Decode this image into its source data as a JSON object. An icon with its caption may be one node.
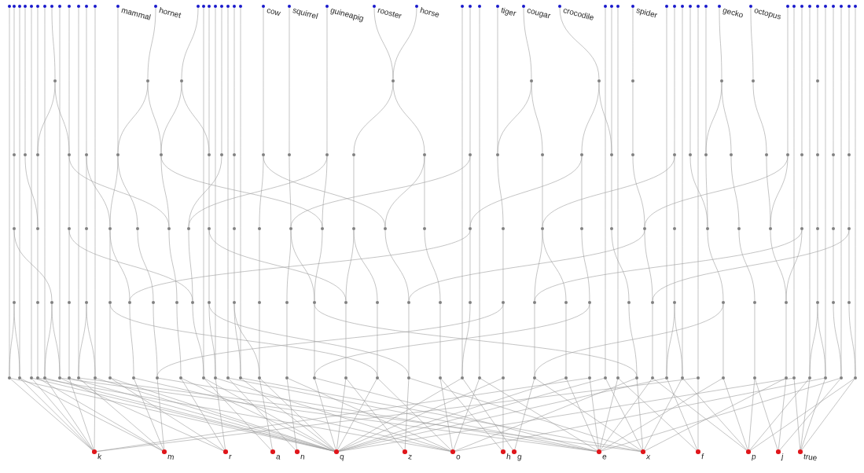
{
  "diagram": {
    "nodes": [
      {
        "text": [],
        "shape": "circle"
      },
      {
        "text": [],
        "shape": "circle"
      },
      {
        "text": [],
        "shape": "circle"
      },
      {
        "text": [],
        "shape": "circle"
      },
      {
        "text": [],
        "shape": "circle"
      },
      {
        "text": [],
        "shape": "circle"
      },
      {
        "text": [],
        "shape": "circle"
      },
      {
        "text": [],
        "shape": "circle"
      },
      {
        "text": [],
        "shape": "circle"
      },
      {
        "text": [],
        "shape": "circle"
      },
      {
        "text": [],
        "shape": "circle"
      },
      {
        "text": [],
        "shape": "circle"
      },
      {
        "text": [],
        "shape": "circle"
      },
      {
        "text": [
          "mammal"
        ]
      },
      {
        "text": [
          "hornet"
        ]
      },
      {
        "text": [],
        "shape": "circle"
      },
      {
        "text": [],
        "shape": "circle"
      },
      {
        "text": [],
        "shape": "circle"
      },
      {
        "text": [],
        "shape": "circle"
      },
      {
        "text": [],
        "shape": "circle"
      },
      {
        "text": [],
        "shape": "circle"
      },
      {
        "text": [],
        "shape": "circle"
      },
      {
        "text": [],
        "shape": "circle"
      },
      {
        "text": [
          "cow"
        ]
      },
      {
        "text": [
          "squirrel"
        ]
      },
      {
        "text": [
          "guineapig"
        ]
      },
      {
        "text": [
          "rooster"
        ]
      },
      {
        "text": [
          "horse"
        ]
      },
      {
        "text": [],
        "shape": "circle"
      },
      {
        "text": [],
        "shape": "circle"
      },
      {
        "text": [],
        "shape": "circle"
      },
      {
        "text": [
          "tiger"
        ]
      },
      {
        "text": [
          "cougar"
        ]
      },
      {
        "text": [
          "crocodile"
        ]
      },
      {
        "text": [],
        "shape": "circle"
      },
      {
        "text": [],
        "shape": "circle"
      },
      {
        "text": [],
        "shape": "circle"
      },
      {
        "text": [
          "spider"
        ]
      },
      {
        "text": [],
        "shape": "circle"
      },
      {
        "text": [],
        "shape": "circle"
      },
      {
        "text": [],
        "shape": "circle"
      },
      {
        "text": [],
        "shape": "circle"
      },
      {
        "text": [],
        "shape": "circle"
      },
      {
        "text": [],
        "shape": "circle"
      },
      {
        "text": [
          "gecko"
        ]
      },
      {
        "text": [
          "octopus"
        ]
      },
      {
        "text": [],
        "shape": "circle"
      },
      {
        "text": [],
        "shape": "circle"
      },
      {
        "text": [],
        "shape": "circle"
      },
      {
        "text": [],
        "shape": "circle"
      },
      {
        "text": [],
        "shape": "circle"
      },
      {
        "text": [],
        "shape": "circle"
      },
      {
        "text": [],
        "shape": "circle"
      },
      {
        "text": [],
        "shape": "circle"
      },
      {
        "text": [],
        "shape": "circle"
      },
      {
        "text": [],
        "shape": "circle"
      },
      {
        "text": [],
        "shape": "circle"
      },
      {
        "text": [],
        "shape": "circle"
      },
      {
        "text": [],
        "shape": "circle"
      },
      {
        "text": [],
        "shape": "circle"
      },
      {
        "text": [],
        "shape": "circle"
      },
      {
        "text": [],
        "shape": "circle"
      },
      {
        "text": [],
        "shape": "circle"
      },
      {
        "text": [],
        "shape": "circle"
      },
      {
        "text": [],
        "shape": "circle"
      },
      {
        "text": [],
        "shape": "circle"
      },
      {
        "text": [],
        "shape": "circle"
      },
      {
        "text": [],
        "shape": "circle"
      },
      {
        "text": [],
        "shape": "circle"
      },
      {
        "text": [],
        "shape": "circle"
      },
      {
        "text": [],
        "shape": "circle"
      },
      {
        "text": [],
        "shape": "circle"
      },
      {
        "text": [],
        "shape": "circle"
      },
      {
        "text": [],
        "shape": "circle"
      },
      {
        "text": [],
        "shape": "circle"
      },
      {
        "text": [],
        "shape": "circle"
      },
      {
        "text": [],
        "shape": "circle"
      },
      {
        "text": [],
        "shape": "circle"
      },
      {
        "text": [],
        "shape": "circle"
      },
      {
        "text": [],
        "shape": "circle"
      },
      {
        "text": [],
        "shape": "circle"
      },
      {
        "text": [],
        "shape": "circle"
      },
      {
        "text": [],
        "shape": "circle"
      },
      {
        "text": [],
        "shape": "circle"
      },
      {
        "text": [],
        "shape": "circle"
      },
      {
        "text": [],
        "shape": "circle"
      },
      {
        "text": [],
        "shape": "circle"
      },
      {
        "text": [],
        "shape": "circle"
      },
      {
        "text": [],
        "shape": "circle"
      },
      {
        "text": [],
        "shape": "circle"
      },
      {
        "text": [],
        "shape": "circle"
      },
      {
        "text": [],
        "shape": "circle"
      },
      {
        "text": [],
        "shape": "circle"
      },
      {
        "text": [],
        "shape": "circle"
      },
      {
        "text": [],
        "shape": "circle"
      },
      {
        "text": [],
        "shape": "circle"
      },
      {
        "text": [],
        "shape": "circle"
      },
      {
        "text": [],
        "shape": "circle"
      },
      {
        "text": [],
        "shape": "circle"
      },
      {
        "text": [],
        "shape": "circle"
      },
      {
        "text": [],
        "shape": "circle"
      },
      {
        "text": [],
        "shape": "circle"
      },
      {
        "text": [],
        "shape": "circle"
      },
      {
        "text": [],
        "shape": "circle"
      },
      {
        "text": [],
        "shape": "circle"
      },
      {
        "text": [],
        "shape": "circle"
      },
      {
        "text": [],
        "shape": "circle"
      },
      {
        "text": [],
        "shape": "circle"
      },
      {
        "text": [],
        "shape": "circle"
      },
      {
        "text": [],
        "shape": "circle"
      },
      {
        "text": [],
        "shape": "circle"
      },
      {
        "text": [],
        "shape": "circle"
      },
      {
        "text": [],
        "shape": "circle"
      },
      {
        "text": [],
        "shape": "circle"
      },
      {
        "text": [],
        "shape": "circle"
      },
      {
        "text": [],
        "shape": "circle"
      },
      {
        "text": [],
        "shape": "circle"
      },
      {
        "text": [],
        "shape": "circle"
      },
      {
        "text": [],
        "shape": "circle"
      },
      {
        "text": [],
        "shape": "circle"
      },
      {
        "text": [],
        "shape": "circle"
      },
      {
        "text": [],
        "shape": "circle"
      },
      {
        "text": [],
        "shape": "circle"
      },
      {
        "text": [],
        "shape": "circle"
      },
      {
        "text": [],
        "shape": "circle"
      },
      {
        "text": [],
        "shape": "circle"
      },
      {
        "text": [],
        "shape": "circle"
      },
      {
        "text": [],
        "shape": "circle"
      },
      {
        "text": [],
        "shape": "circle"
      },
      {
        "text": [],
        "shape": "circle"
      },
      {
        "text": [],
        "shape": "circle"
      },
      {
        "text": [],
        "shape": "circle"
      },
      {
        "text": [],
        "shape": "circle"
      },
      {
        "text": [],
        "shape": "circle"
      },
      {
        "text": [],
        "shape": "circle"
      },
      {
        "text": [],
        "shape": "circle"
      },
      {
        "text": [],
        "shape": "circle"
      },
      {
        "text": [],
        "shape": "circle"
      },
      {
        "text": [],
        "shape": "circle"
      },
      {
        "text": [],
        "shape": "circle"
      },
      {
        "text": [],
        "shape": "circle"
      },
      {
        "text": [],
        "shape": "circle"
      },
      {
        "text": [],
        "shape": "circle"
      },
      {
        "text": [],
        "shape": "circle"
      },
      {
        "text": [],
        "shape": "circle"
      },
      {
        "text": [],
        "shape": "circle"
      },
      {
        "text": [],
        "shape": "circle"
      },
      {
        "text": [],
        "shape": "circle"
      },
      {
        "text": [],
        "shape": "circle"
      },
      {
        "text": [],
        "shape": "circle"
      },
      {
        "text": [],
        "shape": "circle"
      },
      {
        "text": [],
        "shape": "circle"
      },
      {
        "text": [],
        "shape": "circle"
      },
      {
        "text": [],
        "shape": "circle"
      },
      {
        "text": [],
        "shape": "circle"
      },
      {
        "text": [],
        "shape": "circle"
      },
      {
        "text": [],
        "shape": "circle"
      },
      {
        "text": [],
        "shape": "circle"
      },
      {
        "text": [],
        "shape": "circle"
      },
      {
        "text": [],
        "shape": "circle"
      },
      {
        "text": [],
        "shape": "circle"
      },
      {
        "text": [],
        "shape": "circle"
      },
      {
        "text": [],
        "shape": "circle"
      },
      {
        "text": [],
        "shape": "circle"
      },
      {
        "text": [],
        "shape": "circle"
      },
      {
        "text": [],
        "shape": "circle"
      },
      {
        "text": [],
        "shape": "circle"
      },
      {
        "text": [],
        "shape": "circle"
      },
      {
        "text": [],
        "shape": "circle"
      },
      {
        "text": [],
        "shape": "circle"
      },
      {
        "text": [],
        "shape": "circle"
      },
      {
        "text": [],
        "shape": "circle"
      },
      {
        "text": [],
        "shape": "circle"
      },
      {
        "text": [],
        "shape": "circle"
      },
      {
        "text": [],
        "shape": "circle"
      },
      {
        "text": [],
        "shape": "circle"
      },
      {
        "text": [],
        "shape": "circle"
      },
      {
        "text": [],
        "shape": "circle"
      },
      {
        "text": [],
        "shape": "circle"
      },
      {
        "text": [],
        "shape": "circle"
      },
      {
        "text": [],
        "shape": "circle"
      },
      {
        "text": [],
        "shape": "circle"
      },
      {
        "text": [],
        "shape": "circle"
      },
      {
        "text": [],
        "shape": "circle"
      },
      {
        "text": [],
        "shape": "circle"
      },
      {
        "text": [],
        "shape": "circle"
      },
      {
        "text": [],
        "shape": "circle"
      },
      {
        "text": [],
        "shape": "circle"
      },
      {
        "text": [],
        "shape": "circle"
      },
      {
        "text": [],
        "shape": "circle"
      },
      {
        "text": [],
        "shape": "circle"
      },
      {
        "text": [],
        "shape": "circle"
      },
      {
        "text": [],
        "shape": "circle"
      },
      {
        "text": [],
        "shape": "circle"
      },
      {
        "text": [],
        "shape": "circle"
      },
      {
        "text": [],
        "shape": "circle"
      },
      {
        "text": [],
        "shape": "circle"
      },
      {
        "text": [],
        "shape": "circle"
      },
      {
        "text": [],
        "shape": "circle"
      },
      {
        "text": [],
        "shape": "circle"
      },
      {
        "text": [],
        "shape": "circle"
      },
      {
        "text": [],
        "shape": "circle"
      },
      {
        "text": [],
        "shape": "circle"
      },
      {
        "text": [],
        "shape": "circle"
      },
      {
        "text": [],
        "shape": "circle"
      },
      {
        "text": [
          "k"
        ]
      },
      {
        "text": [
          "m"
        ]
      },
      {
        "text": [
          "r"
        ]
      },
      {
        "text": [
          "a"
        ]
      },
      {
        "text": [
          "n"
        ]
      },
      {
        "text": [
          "q"
        ]
      },
      {
        "text": [
          "z"
        ]
      },
      {
        "text": [
          "o"
        ]
      },
      {
        "text": [
          "h"
        ]
      },
      {
        "text": [
          "g"
        ]
      },
      {
        "text": [
          "e"
        ]
      },
      {
        "text": [
          "x"
        ]
      },
      {
        "text": [
          "f"
        ]
      },
      {
        "text": [
          "p"
        ]
      },
      {
        "text": [
          "j"
        ]
      },
      {
        "text": [
          "true"
        ]
      }
    ],
    "edges": [
      {
        "from": 0,
        "to": 160,
        "arrow": "none"
      },
      {
        "from": 1,
        "to": 66,
        "arrow": "none"
      },
      {
        "from": 2,
        "to": 161,
        "arrow": "none"
      },
      {
        "from": 3,
        "to": 67,
        "arrow": "none"
      },
      {
        "from": 4,
        "to": 162,
        "arrow": "none"
      },
      {
        "from": 5,
        "to": 68,
        "arrow": "none"
      },
      {
        "from": 6,
        "to": 164,
        "arrow": "none"
      },
      {
        "from": 7,
        "to": 56,
        "arrow": "none"
      },
      {
        "from": 8,
        "to": 165,
        "arrow": "none"
      },
      {
        "from": 9,
        "to": 69,
        "arrow": "none"
      },
      {
        "from": 10,
        "to": 167,
        "arrow": "none"
      },
      {
        "from": 11,
        "to": 70,
        "arrow": "none"
      },
      {
        "from": 12,
        "to": 168,
        "arrow": "none"
      },
      {
        "from": 13,
        "to": 71,
        "arrow": "none"
      },
      {
        "from": 14,
        "to": 57,
        "arrow": "none"
      },
      {
        "from": 15,
        "to": 58,
        "arrow": "none"
      },
      {
        "from": 16,
        "to": 173,
        "arrow": "none"
      },
      {
        "from": 17,
        "to": 73,
        "arrow": "none"
      },
      {
        "from": 18,
        "to": 174,
        "arrow": "none"
      },
      {
        "from": 19,
        "to": 74,
        "arrow": "none"
      },
      {
        "from": 20,
        "to": 175,
        "arrow": "none"
      },
      {
        "from": 21,
        "to": 75,
        "arrow": "none"
      },
      {
        "from": 22,
        "to": 176,
        "arrow": "none"
      },
      {
        "from": 23,
        "to": 76,
        "arrow": "none"
      },
      {
        "from": 24,
        "to": 77,
        "arrow": "none"
      },
      {
        "from": 25,
        "to": 78,
        "arrow": "none"
      },
      {
        "from": 26,
        "to": 59,
        "arrow": "none"
      },
      {
        "from": 27,
        "to": 59,
        "arrow": "none"
      },
      {
        "from": 28,
        "to": 184,
        "arrow": "none"
      },
      {
        "from": 29,
        "to": 81,
        "arrow": "none"
      },
      {
        "from": 30,
        "to": 185,
        "arrow": "none"
      },
      {
        "from": 31,
        "to": 82,
        "arrow": "none"
      },
      {
        "from": 32,
        "to": 60,
        "arrow": "none"
      },
      {
        "from": 33,
        "to": 61,
        "arrow": "none"
      },
      {
        "from": 34,
        "to": 190,
        "arrow": "none"
      },
      {
        "from": 35,
        "to": 85,
        "arrow": "none"
      },
      {
        "from": 36,
        "to": 191,
        "arrow": "none"
      },
      {
        "from": 37,
        "to": 62,
        "arrow": "none"
      },
      {
        "from": 38,
        "to": 194,
        "arrow": "none"
      },
      {
        "from": 39,
        "to": 87,
        "arrow": "none"
      },
      {
        "from": 40,
        "to": 195,
        "arrow": "none"
      },
      {
        "from": 41,
        "to": 88,
        "arrow": "none"
      },
      {
        "from": 42,
        "to": 196,
        "arrow": "none"
      },
      {
        "from": 43,
        "to": 89,
        "arrow": "none"
      },
      {
        "from": 44,
        "to": 63,
        "arrow": "none"
      },
      {
        "from": 45,
        "to": 64,
        "arrow": "none"
      },
      {
        "from": 46,
        "to": 92,
        "arrow": "none"
      },
      {
        "from": 47,
        "to": 200,
        "arrow": "none"
      },
      {
        "from": 48,
        "to": 93,
        "arrow": "none"
      },
      {
        "from": 49,
        "to": 201,
        "arrow": "none"
      },
      {
        "from": 50,
        "to": 65,
        "arrow": "none"
      },
      {
        "from": 51,
        "to": 202,
        "arrow": "none"
      },
      {
        "from": 52,
        "to": 95,
        "arrow": "none"
      },
      {
        "from": 53,
        "to": 203,
        "arrow": "none"
      },
      {
        "from": 54,
        "to": 96,
        "arrow": "none"
      },
      {
        "from": 55,
        "to": 204,
        "arrow": "none"
      },
      {
        "from": 56,
        "to": 68,
        "arrow": "none"
      },
      {
        "from": 56,
        "to": 69,
        "arrow": "none"
      },
      {
        "from": 57,
        "to": 71,
        "arrow": "none"
      },
      {
        "from": 57,
        "to": 72,
        "arrow": "none"
      },
      {
        "from": 58,
        "to": 72,
        "arrow": "none"
      },
      {
        "from": 58,
        "to": 73,
        "arrow": "none"
      },
      {
        "from": 59,
        "to": 79,
        "arrow": "none"
      },
      {
        "from": 59,
        "to": 80,
        "arrow": "none"
      },
      {
        "from": 60,
        "to": 82,
        "arrow": "none"
      },
      {
        "from": 60,
        "to": 83,
        "arrow": "none"
      },
      {
        "from": 61,
        "to": 84,
        "arrow": "none"
      },
      {
        "from": 61,
        "to": 85,
        "arrow": "none"
      },
      {
        "from": 62,
        "to": 86,
        "arrow": "none"
      },
      {
        "from": 63,
        "to": 89,
        "arrow": "none"
      },
      {
        "from": 63,
        "to": 90,
        "arrow": "none"
      },
      {
        "from": 64,
        "to": 91,
        "arrow": "none"
      },
      {
        "from": 65,
        "to": 94,
        "arrow": "none"
      },
      {
        "from": 66,
        "to": 97,
        "arrow": "none"
      },
      {
        "from": 67,
        "to": 98,
        "arrow": "none"
      },
      {
        "from": 68,
        "to": 98,
        "arrow": "none"
      },
      {
        "from": 69,
        "to": 99,
        "arrow": "none"
      },
      {
        "from": 69,
        "to": 103,
        "arrow": "none"
      },
      {
        "from": 70,
        "to": 100,
        "arrow": "none"
      },
      {
        "from": 70,
        "to": 101,
        "arrow": "none"
      },
      {
        "from": 71,
        "to": 101,
        "arrow": "none"
      },
      {
        "from": 71,
        "to": 102,
        "arrow": "none"
      },
      {
        "from": 72,
        "to": 103,
        "arrow": "none"
      },
      {
        "from": 72,
        "to": 109,
        "arrow": "none"
      },
      {
        "from": 73,
        "to": 105,
        "arrow": "none"
      },
      {
        "from": 74,
        "to": 104,
        "arrow": "none"
      },
      {
        "from": 75,
        "to": 106,
        "arrow": "none"
      },
      {
        "from": 76,
        "to": 107,
        "arrow": "none"
      },
      {
        "from": 76,
        "to": 111,
        "arrow": "none"
      },
      {
        "from": 77,
        "to": 108,
        "arrow": "none"
      },
      {
        "from": 78,
        "to": 109,
        "arrow": "none"
      },
      {
        "from": 78,
        "to": 104,
        "arrow": "none"
      },
      {
        "from": 79,
        "to": 110,
        "arrow": "none"
      },
      {
        "from": 80,
        "to": 111,
        "arrow": "none"
      },
      {
        "from": 80,
        "to": 112,
        "arrow": "none"
      },
      {
        "from": 81,
        "to": 113,
        "arrow": "none"
      },
      {
        "from": 81,
        "to": 108,
        "arrow": "none"
      },
      {
        "from": 82,
        "to": 114,
        "arrow": "none"
      },
      {
        "from": 83,
        "to": 115,
        "arrow": "none"
      },
      {
        "from": 84,
        "to": 116,
        "arrow": "none"
      },
      {
        "from": 84,
        "to": 113,
        "arrow": "none"
      },
      {
        "from": 85,
        "to": 117,
        "arrow": "none"
      },
      {
        "from": 86,
        "to": 118,
        "arrow": "none"
      },
      {
        "from": 87,
        "to": 119,
        "arrow": "none"
      },
      {
        "from": 87,
        "to": 115,
        "arrow": "none"
      },
      {
        "from": 88,
        "to": 120,
        "arrow": "none"
      },
      {
        "from": 89,
        "to": 120,
        "arrow": "none"
      },
      {
        "from": 90,
        "to": 121,
        "arrow": "none"
      },
      {
        "from": 91,
        "to": 122,
        "arrow": "none"
      },
      {
        "from": 92,
        "to": 122,
        "arrow": "none"
      },
      {
        "from": 92,
        "to": 118,
        "arrow": "none"
      },
      {
        "from": 93,
        "to": 123,
        "arrow": "none"
      },
      {
        "from": 94,
        "to": 124,
        "arrow": "none"
      },
      {
        "from": 95,
        "to": 125,
        "arrow": "none"
      },
      {
        "from": 96,
        "to": 126,
        "arrow": "none"
      },
      {
        "from": 97,
        "to": 127,
        "arrow": "none"
      },
      {
        "from": 97,
        "to": 129,
        "arrow": "none"
      },
      {
        "from": 98,
        "to": 128,
        "arrow": "none"
      },
      {
        "from": 99,
        "to": 130,
        "arrow": "none"
      },
      {
        "from": 99,
        "to": 136,
        "arrow": "none"
      },
      {
        "from": 100,
        "to": 131,
        "arrow": "none"
      },
      {
        "from": 101,
        "to": 132,
        "arrow": "none"
      },
      {
        "from": 101,
        "to": 133,
        "arrow": "none"
      },
      {
        "from": 102,
        "to": 134,
        "arrow": "none"
      },
      {
        "from": 103,
        "to": 135,
        "arrow": "none"
      },
      {
        "from": 104,
        "to": 136,
        "arrow": "none"
      },
      {
        "from": 105,
        "to": 137,
        "arrow": "none"
      },
      {
        "from": 105,
        "to": 142,
        "arrow": "none"
      },
      {
        "from": 106,
        "to": 138,
        "arrow": "none"
      },
      {
        "from": 107,
        "to": 139,
        "arrow": "none"
      },
      {
        "from": 108,
        "to": 140,
        "arrow": "none"
      },
      {
        "from": 108,
        "to": 141,
        "arrow": "none"
      },
      {
        "from": 109,
        "to": 141,
        "arrow": "none"
      },
      {
        "from": 110,
        "to": 142,
        "arrow": "none"
      },
      {
        "from": 110,
        "to": 143,
        "arrow": "none"
      },
      {
        "from": 111,
        "to": 144,
        "arrow": "none"
      },
      {
        "from": 112,
        "to": 145,
        "arrow": "none"
      },
      {
        "from": 113,
        "to": 146,
        "arrow": "none"
      },
      {
        "from": 113,
        "to": 133,
        "arrow": "none"
      },
      {
        "from": 114,
        "to": 147,
        "arrow": "none"
      },
      {
        "from": 115,
        "to": 148,
        "arrow": "none"
      },
      {
        "from": 115,
        "to": 149,
        "arrow": "none"
      },
      {
        "from": 116,
        "to": 150,
        "arrow": "none"
      },
      {
        "from": 117,
        "to": 151,
        "arrow": "none"
      },
      {
        "from": 118,
        "to": 152,
        "arrow": "none"
      },
      {
        "from": 118,
        "to": 144,
        "arrow": "none"
      },
      {
        "from": 119,
        "to": 153,
        "arrow": "none"
      },
      {
        "from": 120,
        "to": 154,
        "arrow": "none"
      },
      {
        "from": 121,
        "to": 155,
        "arrow": "none"
      },
      {
        "from": 122,
        "to": 156,
        "arrow": "none"
      },
      {
        "from": 123,
        "to": 156,
        "arrow": "none"
      },
      {
        "from": 123,
        "to": 148,
        "arrow": "none"
      },
      {
        "from": 124,
        "to": 157,
        "arrow": "none"
      },
      {
        "from": 125,
        "to": 158,
        "arrow": "none"
      },
      {
        "from": 126,
        "to": 159,
        "arrow": "none"
      },
      {
        "from": 126,
        "to": 152,
        "arrow": "none"
      },
      {
        "from": 127,
        "to": 160,
        "arrow": "none"
      },
      {
        "from": 127,
        "to": 161,
        "arrow": "none"
      },
      {
        "from": 128,
        "to": 163,
        "arrow": "none"
      },
      {
        "from": 129,
        "to": 164,
        "arrow": "none"
      },
      {
        "from": 129,
        "to": 165,
        "arrow": "none"
      },
      {
        "from": 130,
        "to": 166,
        "arrow": "none"
      },
      {
        "from": 131,
        "to": 167,
        "arrow": "none"
      },
      {
        "from": 131,
        "to": 168,
        "arrow": "none"
      },
      {
        "from": 132,
        "to": 169,
        "arrow": "none"
      },
      {
        "from": 132,
        "to": 181,
        "arrow": "none"
      },
      {
        "from": 133,
        "to": 170,
        "arrow": "none"
      },
      {
        "from": 134,
        "to": 171,
        "arrow": "none"
      },
      {
        "from": 135,
        "to": 172,
        "arrow": "none"
      },
      {
        "from": 136,
        "to": 173,
        "arrow": "none"
      },
      {
        "from": 137,
        "to": 174,
        "arrow": "none"
      },
      {
        "from": 137,
        "to": 182,
        "arrow": "none"
      },
      {
        "from": 138,
        "to": 176,
        "arrow": "none"
      },
      {
        "from": 138,
        "to": 177,
        "arrow": "none"
      },
      {
        "from": 139,
        "to": 177,
        "arrow": "none"
      },
      {
        "from": 140,
        "to": 178,
        "arrow": "none"
      },
      {
        "from": 141,
        "to": 179,
        "arrow": "none"
      },
      {
        "from": 141,
        "to": 192,
        "arrow": "none"
      },
      {
        "from": 142,
        "to": 180,
        "arrow": "none"
      },
      {
        "from": 143,
        "to": 181,
        "arrow": "none"
      },
      {
        "from": 144,
        "to": 182,
        "arrow": "none"
      },
      {
        "from": 145,
        "to": 183,
        "arrow": "none"
      },
      {
        "from": 146,
        "to": 184,
        "arrow": "none"
      },
      {
        "from": 147,
        "to": 186,
        "arrow": "none"
      },
      {
        "from": 147,
        "to": 171,
        "arrow": "none"
      },
      {
        "from": 148,
        "to": 187,
        "arrow": "none"
      },
      {
        "from": 149,
        "to": 188,
        "arrow": "none"
      },
      {
        "from": 150,
        "to": 189,
        "arrow": "none"
      },
      {
        "from": 150,
        "to": 179,
        "arrow": "none"
      },
      {
        "from": 151,
        "to": 192,
        "arrow": "none"
      },
      {
        "from": 152,
        "to": 193,
        "arrow": "none"
      },
      {
        "from": 153,
        "to": 194,
        "arrow": "none"
      },
      {
        "from": 153,
        "to": 195,
        "arrow": "none"
      },
      {
        "from": 154,
        "to": 197,
        "arrow": "none"
      },
      {
        "from": 154,
        "to": 187,
        "arrow": "none"
      },
      {
        "from": 155,
        "to": 198,
        "arrow": "none"
      },
      {
        "from": 156,
        "to": 199,
        "arrow": "none"
      },
      {
        "from": 157,
        "to": 201,
        "arrow": "none"
      },
      {
        "from": 157,
        "to": 202,
        "arrow": "none"
      },
      {
        "from": 158,
        "to": 203,
        "arrow": "none"
      },
      {
        "from": 159,
        "to": 204,
        "arrow": "none"
      },
      {
        "from": 160,
        "to": 205,
        "arrow": "none"
      },
      {
        "from": 160,
        "to": 210,
        "arrow": "none"
      },
      {
        "from": 161,
        "to": 205,
        "arrow": "none"
      },
      {
        "from": 161,
        "to": 206,
        "arrow": "none"
      },
      {
        "from": 162,
        "to": 205,
        "arrow": "none"
      },
      {
        "from": 162,
        "to": 210,
        "arrow": "none"
      },
      {
        "from": 163,
        "to": 206,
        "arrow": "none"
      },
      {
        "from": 163,
        "to": 212,
        "arrow": "none"
      },
      {
        "from": 164,
        "to": 205,
        "arrow": "none"
      },
      {
        "from": 164,
        "to": 210,
        "arrow": "none"
      },
      {
        "from": 165,
        "to": 207,
        "arrow": "none"
      },
      {
        "from": 165,
        "to": 215,
        "arrow": "none"
      },
      {
        "from": 166,
        "to": 205,
        "arrow": "none"
      },
      {
        "from": 166,
        "to": 210,
        "arrow": "none"
      },
      {
        "from": 167,
        "to": 206,
        "arrow": "none"
      },
      {
        "from": 167,
        "to": 216,
        "arrow": "none"
      },
      {
        "from": 168,
        "to": 205,
        "arrow": "none"
      },
      {
        "from": 168,
        "to": 210,
        "arrow": "none"
      },
      {
        "from": 169,
        "to": 207,
        "arrow": "none"
      },
      {
        "from": 169,
        "to": 210,
        "arrow": "none"
      },
      {
        "from": 170,
        "to": 206,
        "arrow": "none"
      },
      {
        "from": 170,
        "to": 212,
        "arrow": "none"
      },
      {
        "from": 171,
        "to": 206,
        "arrow": "none"
      },
      {
        "from": 171,
        "to": 215,
        "arrow": "none"
      },
      {
        "from": 172,
        "to": 207,
        "arrow": "none"
      },
      {
        "from": 172,
        "to": 210,
        "arrow": "none"
      },
      {
        "from": 173,
        "to": 208,
        "arrow": "none"
      },
      {
        "from": 173,
        "to": 210,
        "arrow": "none"
      },
      {
        "from": 174,
        "to": 207,
        "arrow": "none"
      },
      {
        "from": 174,
        "to": 212,
        "arrow": "none"
      },
      {
        "from": 175,
        "to": 209,
        "arrow": "none"
      },
      {
        "from": 175,
        "to": 215,
        "arrow": "none"
      },
      {
        "from": 176,
        "to": 210,
        "arrow": "none"
      },
      {
        "from": 176,
        "to": 216,
        "arrow": "none"
      },
      {
        "from": 177,
        "to": 208,
        "arrow": "none"
      },
      {
        "from": 177,
        "to": 210,
        "arrow": "none"
      },
      {
        "from": 178,
        "to": 209,
        "arrow": "none"
      },
      {
        "from": 178,
        "to": 212,
        "arrow": "none"
      },
      {
        "from": 179,
        "to": 210,
        "arrow": "none"
      },
      {
        "from": 179,
        "to": 215,
        "arrow": "none"
      },
      {
        "from": 180,
        "to": 210,
        "arrow": "none"
      },
      {
        "from": 180,
        "to": 211,
        "arrow": "none"
      },
      {
        "from": 181,
        "to": 210,
        "arrow": "none"
      },
      {
        "from": 181,
        "to": 212,
        "arrow": "none"
      },
      {
        "from": 182,
        "to": 211,
        "arrow": "none"
      },
      {
        "from": 182,
        "to": 216,
        "arrow": "none"
      },
      {
        "from": 183,
        "to": 212,
        "arrow": "none"
      },
      {
        "from": 183,
        "to": 213,
        "arrow": "none"
      },
      {
        "from": 184,
        "to": 210,
        "arrow": "none"
      },
      {
        "from": 184,
        "to": 214,
        "arrow": "none"
      },
      {
        "from": 185,
        "to": 212,
        "arrow": "none"
      },
      {
        "from": 185,
        "to": 215,
        "arrow": "none"
      },
      {
        "from": 186,
        "to": 213,
        "arrow": "none"
      },
      {
        "from": 186,
        "to": 210,
        "arrow": "none"
      },
      {
        "from": 187,
        "to": 214,
        "arrow": "none"
      },
      {
        "from": 187,
        "to": 216,
        "arrow": "none"
      },
      {
        "from": 188,
        "to": 215,
        "arrow": "none"
      },
      {
        "from": 188,
        "to": 210,
        "arrow": "none"
      },
      {
        "from": 189,
        "to": 215,
        "arrow": "none"
      },
      {
        "from": 189,
        "to": 205,
        "arrow": "none"
      },
      {
        "from": 190,
        "to": 216,
        "arrow": "none"
      },
      {
        "from": 190,
        "to": 210,
        "arrow": "none"
      },
      {
        "from": 191,
        "to": 215,
        "arrow": "none"
      },
      {
        "from": 191,
        "to": 217,
        "arrow": "none"
      },
      {
        "from": 192,
        "to": 216,
        "arrow": "none"
      },
      {
        "from": 192,
        "to": 212,
        "arrow": "none"
      },
      {
        "from": 193,
        "to": 215,
        "arrow": "none"
      },
      {
        "from": 193,
        "to": 218,
        "arrow": "none"
      },
      {
        "from": 194,
        "to": 217,
        "arrow": "none"
      },
      {
        "from": 194,
        "to": 210,
        "arrow": "none"
      },
      {
        "from": 195,
        "to": 216,
        "arrow": "none"
      },
      {
        "from": 195,
        "to": 218,
        "arrow": "none"
      },
      {
        "from": 196,
        "to": 217,
        "arrow": "none"
      },
      {
        "from": 196,
        "to": 205,
        "arrow": "none"
      },
      {
        "from": 197,
        "to": 218,
        "arrow": "none"
      },
      {
        "from": 197,
        "to": 215,
        "arrow": "none"
      },
      {
        "from": 198,
        "to": 218,
        "arrow": "none"
      },
      {
        "from": 198,
        "to": 219,
        "arrow": "none"
      },
      {
        "from": 199,
        "to": 219,
        "arrow": "none"
      },
      {
        "from": 199,
        "to": 216,
        "arrow": "none"
      },
      {
        "from": 200,
        "to": 220,
        "arrow": "none"
      },
      {
        "from": 200,
        "to": 210,
        "arrow": "none"
      },
      {
        "from": 201,
        "to": 218,
        "arrow": "none"
      },
      {
        "from": 201,
        "to": 220,
        "arrow": "none"
      },
      {
        "from": 202,
        "to": 220,
        "arrow": "none"
      },
      {
        "from": 202,
        "to": 212,
        "arrow": "none"
      },
      {
        "from": 203,
        "to": 219,
        "arrow": "none"
      },
      {
        "from": 203,
        "to": 215,
        "arrow": "none"
      },
      {
        "from": 204,
        "to": 220,
        "arrow": "none"
      },
      {
        "from": 204,
        "to": 218,
        "arrow": "none"
      }
    ]
  }
}
